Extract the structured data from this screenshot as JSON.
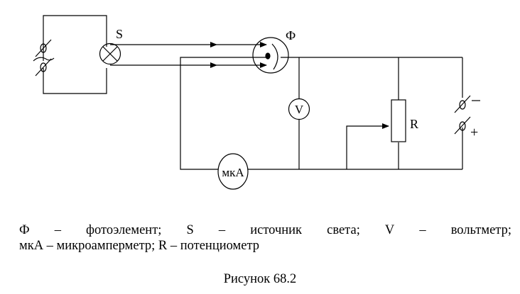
{
  "diagram": {
    "type": "electrical-circuit",
    "labels": {
      "light_source": "S",
      "photocell": "Ф",
      "voltmeter": "V",
      "microammeter": "мкА",
      "potentiometer": "R",
      "terminal_minus": "−",
      "terminal_plus": "+"
    },
    "components": [
      {
        "id": "mains-terminals",
        "kind": "power-terminals-ac"
      },
      {
        "id": "light-source",
        "kind": "lamp",
        "label": "S"
      },
      {
        "id": "light-beams",
        "kind": "arrows",
        "count": 2
      },
      {
        "id": "photocell",
        "kind": "photoelement",
        "label": "Ф"
      },
      {
        "id": "voltmeter",
        "kind": "meter",
        "label": "V"
      },
      {
        "id": "potentiometer",
        "kind": "variable-resistor",
        "label": "R"
      },
      {
        "id": "microammeter",
        "kind": "meter",
        "label": "мкА"
      },
      {
        "id": "dc-terminals",
        "kind": "power-terminals",
        "polarity": [
          "−",
          "+"
        ]
      }
    ]
  },
  "legend": {
    "line1": [
      "Ф",
      "–",
      "фотоэлемент;",
      "S",
      "–",
      "источник",
      "света;",
      "V",
      "–",
      "вольтметр;"
    ],
    "line2": "мкА – микроамперметр; R – потенциометр"
  },
  "caption": "Рисунок 68.2"
}
